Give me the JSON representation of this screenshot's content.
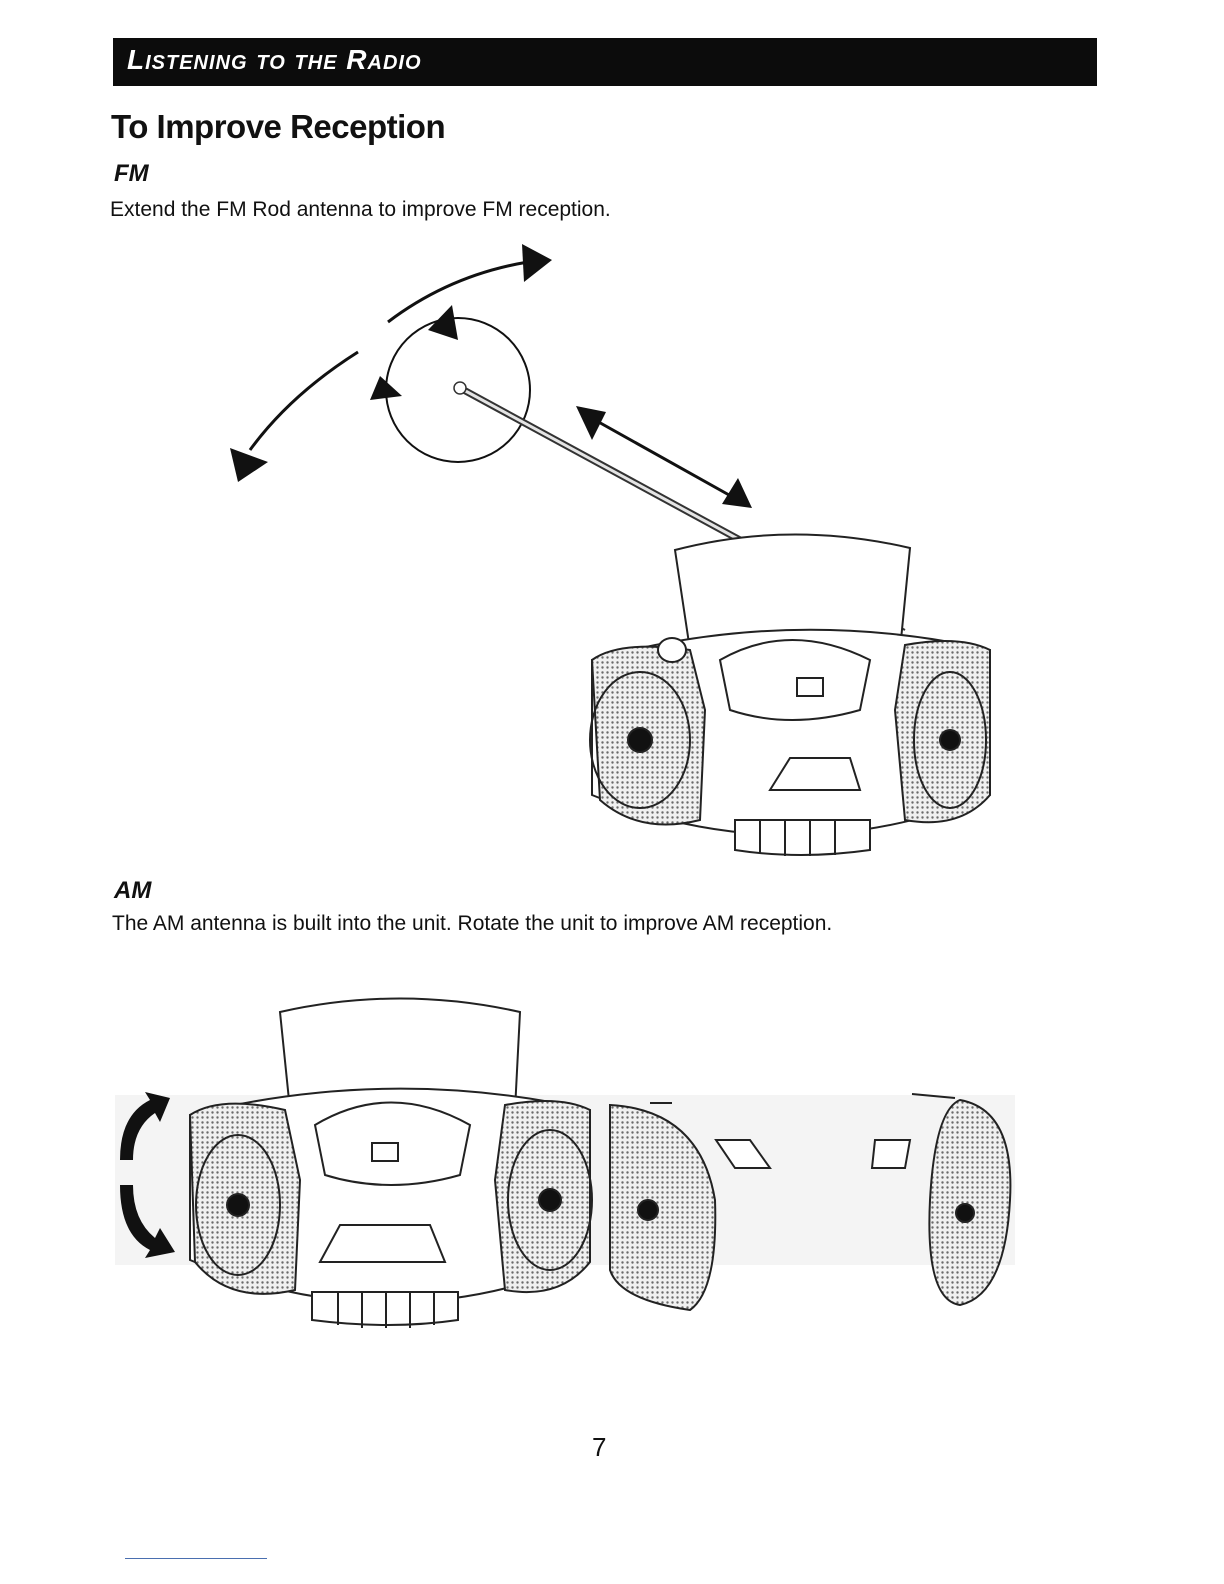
{
  "header": {
    "title": "Listening to the Radio"
  },
  "section": {
    "heading": "To Improve Reception"
  },
  "fm": {
    "label": "FM",
    "instruction": "Extend the FM Rod antenna to improve FM reception."
  },
  "am": {
    "label": "AM",
    "instruction": "The AM antenna is built into the unit. Rotate the unit to improve AM reception."
  },
  "footer": {
    "page_number": "7"
  }
}
